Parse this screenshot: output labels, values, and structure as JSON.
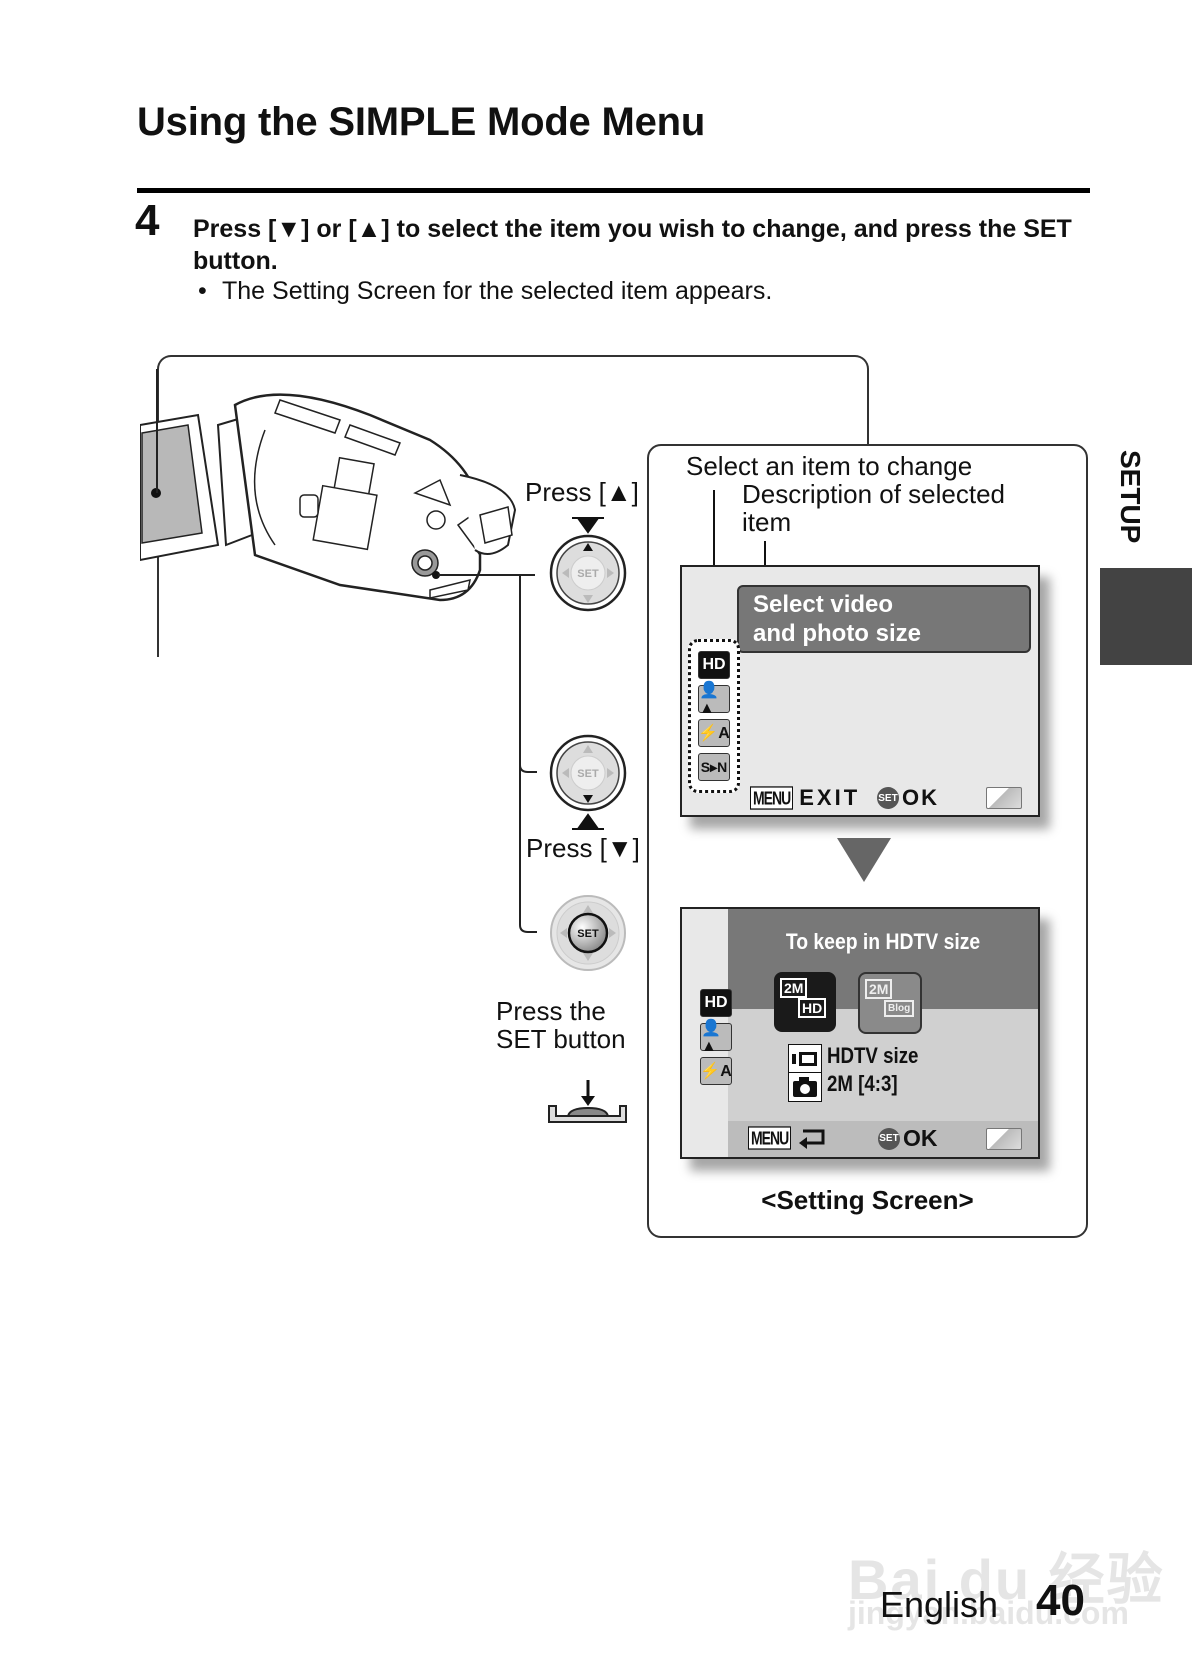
{
  "page": {
    "title": "Using the SIMPLE Mode Menu",
    "step_number": "4",
    "step_text": "Press [▼] or [▲] to select the item you wish to change, and press the SET button.",
    "bullet_text": "The Setting Screen for the selected item appears.",
    "side_tab_label": "SETUP",
    "footer_language": "English",
    "page_number": "40",
    "watermark_top": "Bai du 经验",
    "watermark_bottom": "jingyan.baidu.com"
  },
  "diagram": {
    "press_up_label": "Press [▲]",
    "press_down_label": "Press [▼]",
    "press_set_label_line1": "Press the",
    "press_set_label_line2": "SET button",
    "dial_label": "SET",
    "callout_select": "Select an item to change",
    "callout_description_line1": "Description of selected",
    "callout_description_line2": "item",
    "caption": "<Setting Screen>"
  },
  "screen1": {
    "description_line1": "Select video",
    "description_line2": "and photo size",
    "menu_icons": [
      {
        "name": "hd-size-icon",
        "label": "HD",
        "selected": true
      },
      {
        "name": "scene-icon",
        "label": "👤▲",
        "selected": false
      },
      {
        "name": "flash-auto-icon",
        "label": "⚡A",
        "selected": false
      },
      {
        "name": "mode-switch-icon",
        "label": "S▸N",
        "selected": false
      }
    ],
    "menu_key": "MENU",
    "exit_label": "EXIT",
    "set_key": "SET",
    "ok_label": "OK"
  },
  "screen2": {
    "header": "To keep in HDTV size",
    "options": [
      {
        "name": "hd-option",
        "top": "2M",
        "bottom": "HD",
        "selected": true
      },
      {
        "name": "blog-option",
        "top": "2M",
        "bottom": "Blog",
        "selected": false
      }
    ],
    "video_setting": "HDTV size",
    "photo_setting": "2M [4:3]",
    "menu_icons": [
      "HD",
      "👤▲",
      "⚡A"
    ],
    "menu_key": "MENU",
    "set_key": "SET",
    "ok_label": "OK"
  }
}
